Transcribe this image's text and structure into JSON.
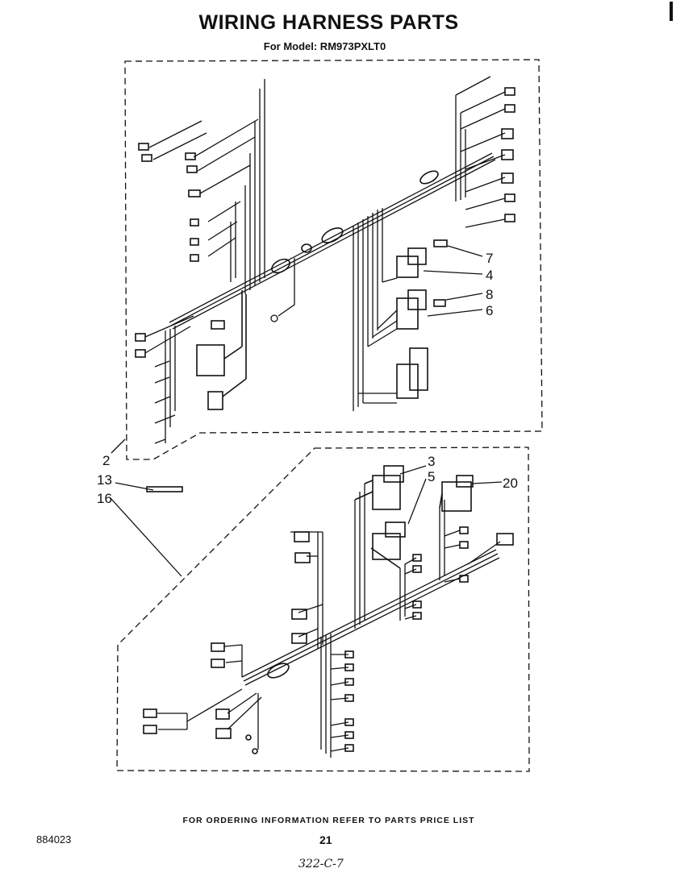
{
  "header": {
    "title": "WIRING HARNESS PARTS",
    "subtitle": "For Model: RM973PXLT0"
  },
  "callouts": {
    "c7": "7",
    "c4": "4",
    "c8": "8",
    "c6": "6",
    "c2": "2",
    "c13": "13",
    "c16": "16",
    "c3": "3",
    "c5": "5",
    "c20": "20"
  },
  "footer": {
    "ordering_note": "FOR ORDERING INFORMATION REFER TO PARTS PRICE LIST",
    "doc_number": "884023",
    "page_number": "21",
    "handwritten_note": "322-C-7"
  }
}
